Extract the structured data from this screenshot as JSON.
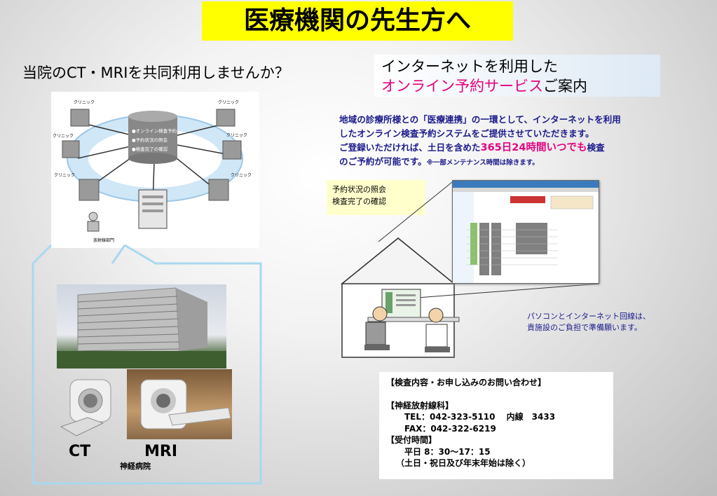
{
  "title": "医療機関の先生方へ",
  "question": "当院のCT・MRIを共同利用しませんか？",
  "online": {
    "line1": "インターネットを利用した",
    "line2_highlight": "オンライン予約サービス",
    "line2_rest": "ご案内"
  },
  "description": {
    "line1": "地域の診療所様との「医療連携」の一環として、インターネットを利用",
    "line2": "したオンライン検査予約システムをご提供させていただきます。",
    "line3_a": "ご登録いただければ、土日を含めた",
    "line3_hl": "365日24時間いつでも",
    "line3_b": "検査",
    "line4": "のご予約が可能です。",
    "line4_note": "※一部メンテナンス時間は除きます。"
  },
  "network_diagram": {
    "clinic_label": "クリニック",
    "server_items": [
      "●オンライン検査予約",
      "●予約状況の照会",
      "●検査完了の確認"
    ],
    "department_label": "放射線部門"
  },
  "yellow_note": {
    "line1": "予約状況の照会",
    "line2": "検査完了の確認"
  },
  "pc_note": {
    "line1": "パソコンとインターネット回線は、",
    "line2": "貴施設のご負担で準備願います。"
  },
  "contact": {
    "heading": "【検査内容・お申し込みのお問い合わせ】",
    "dept": "【神経放射線科】",
    "tel": "TEL：042-323-5110　 内線　3433",
    "fax": "FAX：042-322-6219",
    "hours_heading": "【受付時間】",
    "hours": "平日 8：30～17：15",
    "hours_note": "（土日・祝日及び年末年始は除く）"
  },
  "labels": {
    "ct": "CT",
    "mri": "MRI",
    "hospital": "神経病院"
  },
  "colors": {
    "title_bg": "#ffff00",
    "highlight_pink": "#e6007e",
    "description_navy": "#1a1a8c",
    "yellow_note_bg": "#ffffcc"
  }
}
